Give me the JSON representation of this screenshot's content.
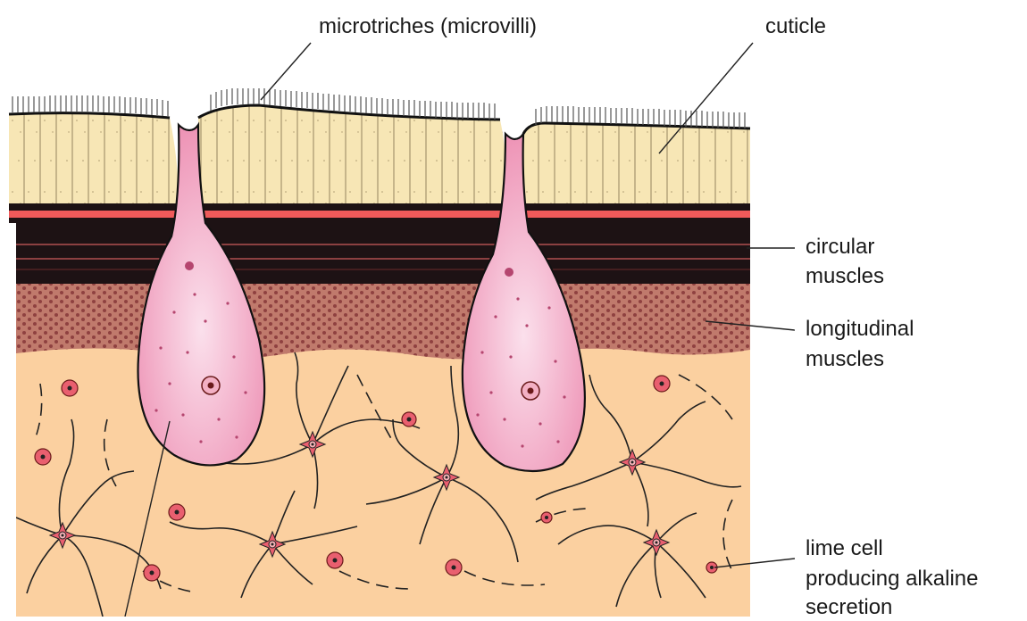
{
  "labels": {
    "microtriches": "microtriches (microvilli)",
    "cuticle": "cuticle",
    "circular_muscles_1": "circular",
    "circular_muscles_2": "muscles",
    "longitudinal_muscles_1": "longitudinal",
    "longitudinal_muscles_2": "muscles",
    "lime_cell_1": "lime cell",
    "lime_cell_2": "producing alkaline",
    "lime_cell_3": "secretion"
  },
  "colors": {
    "cuticle": "#f7e6b5",
    "tissue": "#fbd0a0",
    "gland": "#f2a6c2",
    "muscle_band": "#1d1214",
    "red_band": "#ef5a5a",
    "speckle": "#8a3b3b",
    "cell": "#e95f6f"
  }
}
